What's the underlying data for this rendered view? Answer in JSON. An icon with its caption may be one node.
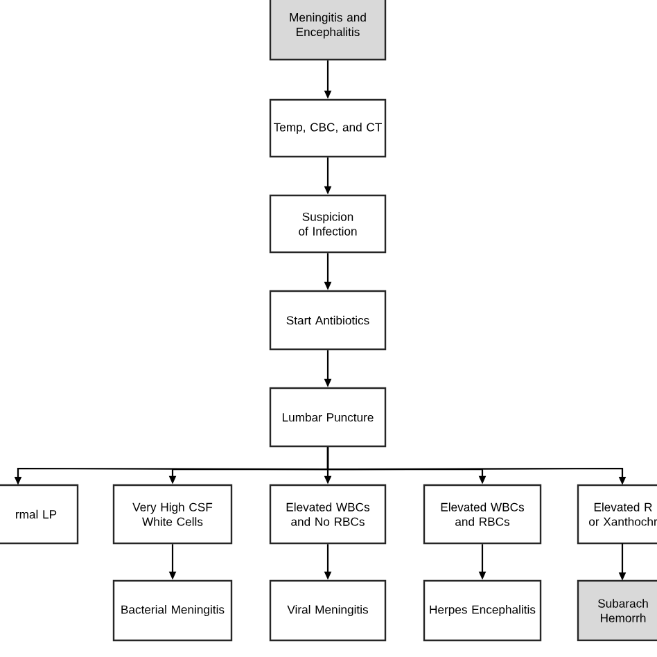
{
  "diagram": {
    "nodes": [
      {
        "text": [
          "Meningitis and Encephalitis"
        ]
      },
      {
        "text": [
          "Temp, CBC, and CT"
        ]
      },
      {
        "text": [
          "Suspicion of Infection"
        ]
      },
      {
        "text": [
          "Start Antibiotics"
        ]
      },
      {
        "text": [
          "Lumbar Puncture"
        ]
      },
      {
        "text": [
          "rmal LP"
        ]
      },
      {
        "text": [
          "Very High CSF White Cells"
        ]
      },
      {
        "text": [
          "Elevated WBCs and No RBCs"
        ]
      },
      {
        "text": [
          "Elevated WBCs and RBCs"
        ]
      },
      {
        "text": [
          "Elevated R or Xanthochr"
        ]
      },
      {
        "text": [
          "Bacterial Meningitis"
        ]
      },
      {
        "text": [
          "Viral Meningitis"
        ]
      },
      {
        "text": [
          "Herpes Encephalitis"
        ]
      },
      {
        "text": [
          "Subarach Hemorrh"
        ]
      }
    ],
    "edges": [
      {
        "from": 0,
        "to": 1,
        "arrow": "to"
      },
      {
        "from": 1,
        "to": 2,
        "arrow": "to"
      },
      {
        "from": 2,
        "to": 3,
        "arrow": "to"
      },
      {
        "from": 3,
        "to": 4,
        "arrow": "to"
      },
      {
        "from": 4,
        "to": 5,
        "arrow": "to"
      },
      {
        "from": 4,
        "to": 6,
        "arrow": "to"
      },
      {
        "from": 4,
        "to": 7,
        "arrow": "to"
      },
      {
        "from": 4,
        "to": 8,
        "arrow": "to"
      },
      {
        "from": 4,
        "to": 9,
        "arrow": "to"
      },
      {
        "from": 6,
        "to": 10,
        "arrow": "to"
      },
      {
        "from": 7,
        "to": 11,
        "arrow": "to"
      },
      {
        "from": 8,
        "to": 12,
        "arrow": "to"
      },
      {
        "from": 9,
        "to": 13,
        "arrow": "to"
      }
    ]
  }
}
